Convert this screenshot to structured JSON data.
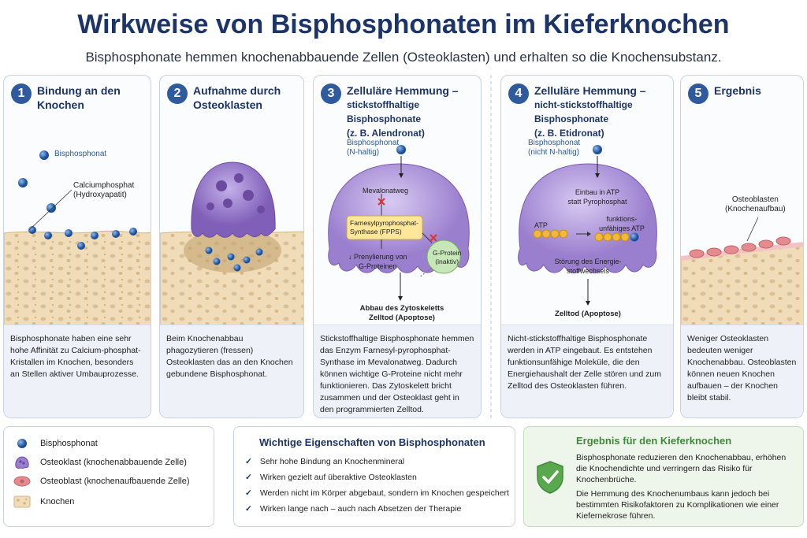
{
  "title": "Wirkweise von Bisphosphonaten im Kieferknochen",
  "subtitle": "Bisphosphonate hemmen knochenabbauende Zellen (Osteoklasten) und erhalten so die Knochensubstanz.",
  "panels": [
    {
      "number": "1",
      "heading1": "Bindung an den",
      "heading2": "Knochen",
      "labels": {
        "bisphosphonat": "Bisphosphonat",
        "calcium1": "Calciumphosphat",
        "calcium2": "(Hydroxyapatit)"
      },
      "desc": "Bisphosphonate haben eine sehr hohe Affinität zu Calcium-phosphat-Kristallen im Knochen, besonders an Stellen aktiver Umbauprozesse."
    },
    {
      "number": "2",
      "heading1": "Aufnahme durch",
      "heading2": "Osteoklasten",
      "desc": "Beim Knochenabbau phagozytieren (fressen) Osteoklasten das an den Knochen gebundene Bisphosphonat."
    },
    {
      "number": "3",
      "heading1": "Zelluläre Hemmung –",
      "heading2": "stickstoffhaltige Bisphosphonate",
      "heading3": "(z. B. Alendronat)",
      "labels": {
        "bp1": "Bisphosphonat",
        "bp2": "(N-haltig)",
        "mevalonat": "Mevalonatweg",
        "fpps1": "Farnesylpyrophosphat-",
        "fpps2": "Synthase (FPPS)",
        "gprot1": "G-Protein",
        "gprot2": "(inaktiv)",
        "prenyl1": "↓ Prenylierung von",
        "prenyl2": "G-Proteinen",
        "abbau1": "Abbau des Zytoskeletts",
        "abbau2": "Zelltod (Apoptose)"
      },
      "desc": "Stickstoffhaltige Bisphosphonate hemmen das Enzym Farnesyl-pyrophosphat-Synthase im Mevalonatweg. Dadurch können wichtige G-Proteine nicht mehr funktionieren. Das Zytoskelett bricht zusammen und der Osteoklast geht in den programmierten Zelltod."
    },
    {
      "number": "4",
      "heading1": "Zelluläre Hemmung –",
      "heading2": "nicht-stickstoffhaltige Bisphosphonate",
      "heading3": "(z. B. Etidronat)",
      "labels": {
        "bp1": "Bisphosphonat",
        "bp2": "(nicht N-haltig)",
        "einbau1": "Einbau in ATP",
        "einbau2": "statt Pyrophosphat",
        "atp": "ATP",
        "fatp1": "funktions-",
        "fatp2": "unfähiges ATP",
        "stoer1": "Störung des Energie-",
        "stoer2": "stoffwechsels",
        "zelltod": "Zelltod (Apoptose)"
      },
      "desc": "Nicht-stickstoffhaltige Bisphosphonate werden in ATP eingebaut. Es entstehen funktionsunfähige Moleküle, die den Energiehaushalt der Zelle stören und zum Zelltod des Osteoklasten führen."
    },
    {
      "number": "5",
      "heading1": "Ergebnis",
      "labels": {
        "ob1": "Osteoblasten",
        "ob2": "(Knochenaufbau)"
      },
      "desc": "Weniger Osteoklasten bedeuten weniger Knochenabbau. Osteoblasten können neuen Knochen aufbauen – der Knochen bleibt stabil."
    }
  ],
  "legend": [
    {
      "icon": "bisphosphonate-dot-icon",
      "label": "Bisphosphonat"
    },
    {
      "icon": "osteoclast-icon",
      "label": "Osteoklast (knochenabbauende Zelle)"
    },
    {
      "icon": "osteoblast-icon",
      "label": "Osteoblast (knochenaufbauende Zelle)"
    },
    {
      "icon": "bone-icon",
      "label": "Knochen"
    }
  ],
  "properties": {
    "title": "Wichtige Eigenschaften von Bisphosphonaten",
    "items": [
      "Sehr hohe Bindung an Knochenmineral",
      "Wirken gezielt auf überaktive Osteoklasten",
      "Werden nicht im Körper abgebaut, sondern im Knochen gespeichert",
      "Wirken lange nach – auch nach Absetzen der Therapie"
    ]
  },
  "result": {
    "title": "Ergebnis für den Kieferknochen",
    "text1": "Bisphosphonate reduzieren den Knochenabbau, erhöhen die Knochendichte und verringern das Risiko für Knochenbrüche.",
    "text2": "Die Hemmung des Knochenumbaus kann jedoch bei bestimmten Risikofaktoren zu Komplikationen wie einer Kiefernekrose führen."
  },
  "colors": {
    "navy": "#1c3468",
    "accent": "#2f5a9e",
    "osteoclast": "#9b7fcf",
    "osteoblast": "#e38b8e",
    "bone": "#f0dcb8",
    "green": "#3f8a3a"
  }
}
